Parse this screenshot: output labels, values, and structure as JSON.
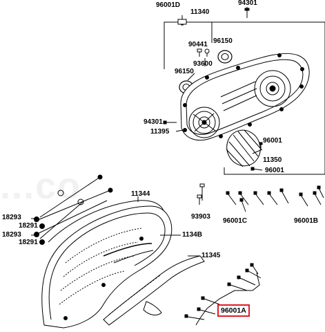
{
  "diagram": {
    "watermark": "...co",
    "labels": {
      "p96001D": "96001D",
      "p94301_top": "94301",
      "p11340": "11340",
      "p90441": "90441",
      "p96150_a": "96150",
      "p93600": "93600",
      "p96150_b": "96150",
      "p94301_left": "94301",
      "p11395": "11395",
      "p96001_a": "96001",
      "p11350": "11350",
      "p96001_b": "96001",
      "p11344": "11344",
      "p18293_a": "18293",
      "p18291_a": "18291",
      "p18293_b": "18293",
      "p18291_b": "18291",
      "p93903": "93903",
      "p96001C": "96001C",
      "p96001B": "96001B",
      "p1134B": "1134B",
      "p11345": "11345",
      "p96001A": "96001A"
    },
    "highlight_color": "#e01b24"
  }
}
